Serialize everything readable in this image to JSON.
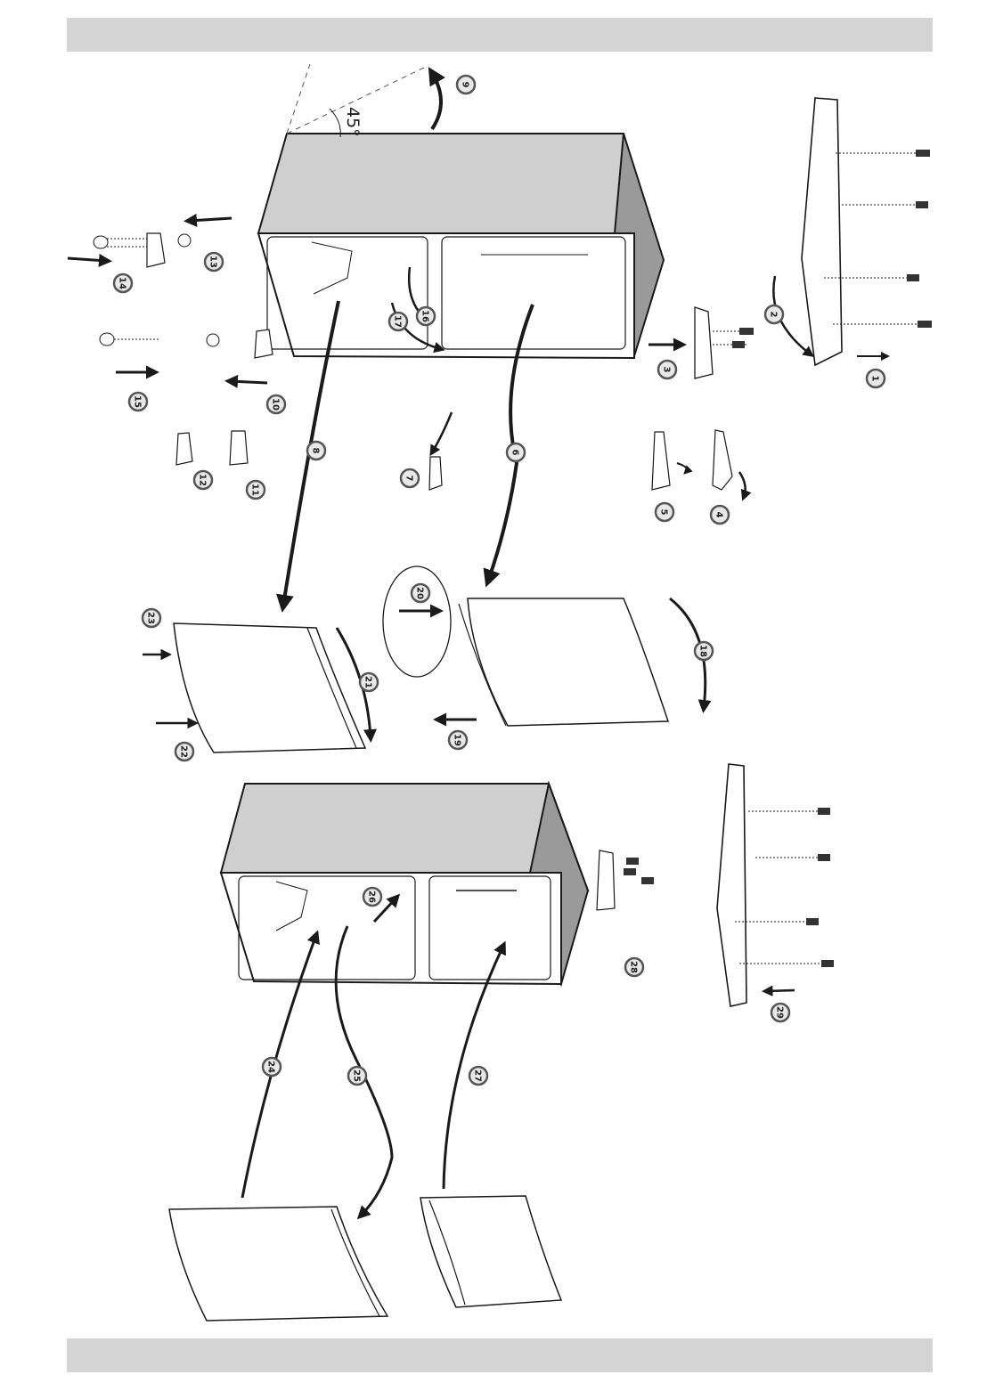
{
  "diagram": {
    "angle_label": "45°",
    "steps": [
      "1",
      "2",
      "3",
      "4",
      "5",
      "6",
      "7",
      "8",
      "9",
      "10",
      "11",
      "12",
      "13",
      "14",
      "15",
      "16",
      "17",
      "18",
      "19",
      "20",
      "21",
      "22",
      "23",
      "24",
      "25",
      "26",
      "27",
      "28",
      "29"
    ]
  },
  "colors": {
    "band": "#d4d4d4",
    "cabinet_top": "#cfcfcf",
    "cabinet_side": "#9a9a9a",
    "line": "#1a1a1a",
    "badge_fill": "#e8e8e8",
    "badge_ring": "#555555"
  }
}
